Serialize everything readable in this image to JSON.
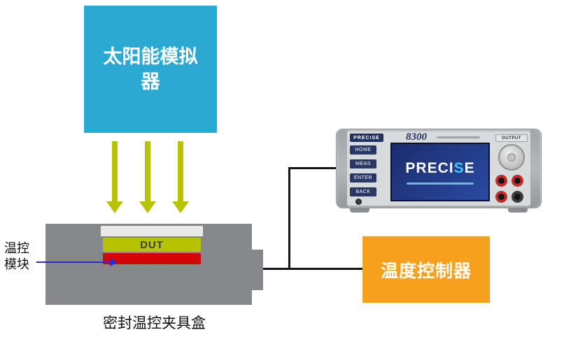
{
  "solar_simulator": {
    "label": "太阳能模拟器"
  },
  "fixture": {
    "dut_label": "DUT",
    "caption": "密封温控夹具盒",
    "module_label": {
      "line1": "温控",
      "line2": "模块"
    }
  },
  "temperature_controller": {
    "label": "温度控制器"
  },
  "instrument": {
    "badge": "PRECISE",
    "model": "8300",
    "buttons": [
      "HOME",
      "MEAS",
      "ENTER",
      "BACK"
    ],
    "screen": {
      "brand_pre": "PRECI",
      "brand_s": "S",
      "brand_post": "E"
    },
    "output_label": "OUTPUT"
  },
  "colors": {
    "solar_cyan": "#2CA9D2",
    "arrow_olive": "#B8C204",
    "fixture_gray": "#85878A",
    "thermal_red": "#D10707",
    "controller_orange": "#F6A01D",
    "screen_navy": "#1A2C6E",
    "brand_accent_cyan": "#3BC8F0",
    "pointer_blue": "#2A2AD0",
    "wire_black": "#141414"
  }
}
